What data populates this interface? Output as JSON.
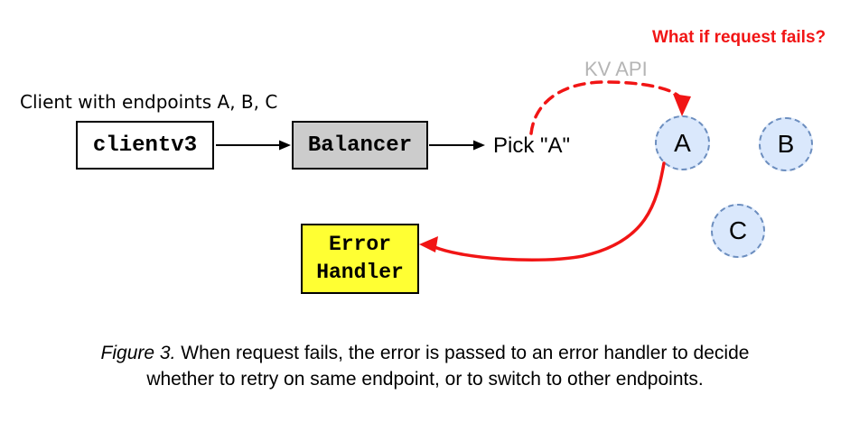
{
  "colors": {
    "red": "#f11515",
    "gray_label": "#b5b5b5",
    "black": "#000000",
    "client_bg": "#ffffff",
    "balancer_bg": "#cccccc",
    "error_handler_bg": "#ffff33",
    "endpoint_fill": "#dae8fc",
    "endpoint_border": "#6c8ebf"
  },
  "annotations": {
    "question": "What if request fails?",
    "kv_api": "KV API",
    "client_note": "Client with endpoints A, B, C",
    "pick": "Pick \"A\""
  },
  "nodes": {
    "client_label": "clientv3",
    "balancer_label": "Balancer",
    "error_handler_line1": "Error",
    "error_handler_line2": "Handler"
  },
  "endpoints": [
    {
      "label": "A"
    },
    {
      "label": "B"
    },
    {
      "label": "C"
    }
  ],
  "caption": {
    "figure_label": "Figure 3.",
    "line1": "When request fails, the error is passed to an error handler to decide",
    "line2": "whether to retry on same endpoint, or to switch to other endpoints."
  }
}
